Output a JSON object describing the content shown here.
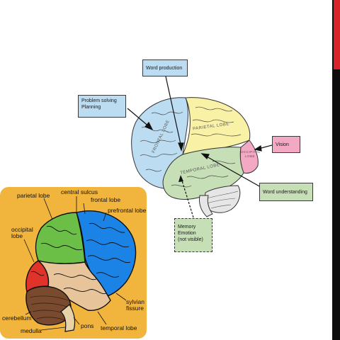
{
  "top_diagram": {
    "callouts": {
      "word_production": "Word production",
      "problem_solving": [
        "Problem solving",
        "Planning"
      ],
      "vision": "Vision",
      "word_understanding": "Word understanding",
      "memory": [
        "Memory",
        "Emotion",
        "(not visible)"
      ]
    },
    "lobe_labels": {
      "frontal": "FRONTAL LOBE",
      "parietal": "PARIETAL LOBE",
      "temporal": "TEMPORAL LOBE",
      "occipital": [
        "OCCIPITAL",
        "LOBE"
      ]
    },
    "colors": {
      "frontal": "#bcdcf2",
      "parietal": "#f9f1a5",
      "temporal": "#c6dfb7",
      "occipital": "#f3a9c4"
    }
  },
  "inset_diagram": {
    "background": "#f1b43c",
    "labels": {
      "central_sulcus": "central sulcus",
      "frontal_lobe": "frontal lobe",
      "parietal_lobe": "parietal lobe",
      "prefrontal_lobe": "prefrontal lobe",
      "occipital_lobe": [
        "occipital",
        "lobe"
      ],
      "sylvian_fissure": [
        "sylvian",
        "fissure"
      ],
      "cerebellum": "cerebellum",
      "medulla": "medulla",
      "pons": "pons",
      "temporal_lobe": "temporal lobe"
    },
    "colors": {
      "frontal": "#1c83e6",
      "parietal": "#6cbf46",
      "occipital": "#e0342a",
      "temporal": "#e8c49a",
      "cerebellum": "#7a4a2e"
    }
  }
}
